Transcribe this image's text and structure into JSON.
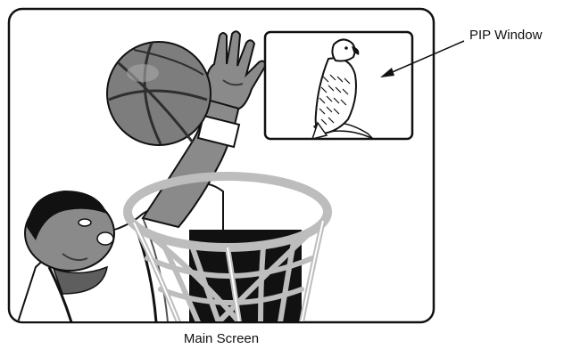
{
  "labels": {
    "main_screen": "Main Screen",
    "pip_window": "PIP Window"
  },
  "colors": {
    "outline": "#111111",
    "ball": "#7d7d7d",
    "ball_seams": "#2e2e2e",
    "hoop_net": "#bdbdbd",
    "skin": "#8a8a8a",
    "shadow": "#3a3a3a",
    "background": "#ffffff"
  },
  "icons": {
    "main_image": "basketball-player-dunk-illustration",
    "pip_image": "bald-eagle-perched-illustration"
  }
}
